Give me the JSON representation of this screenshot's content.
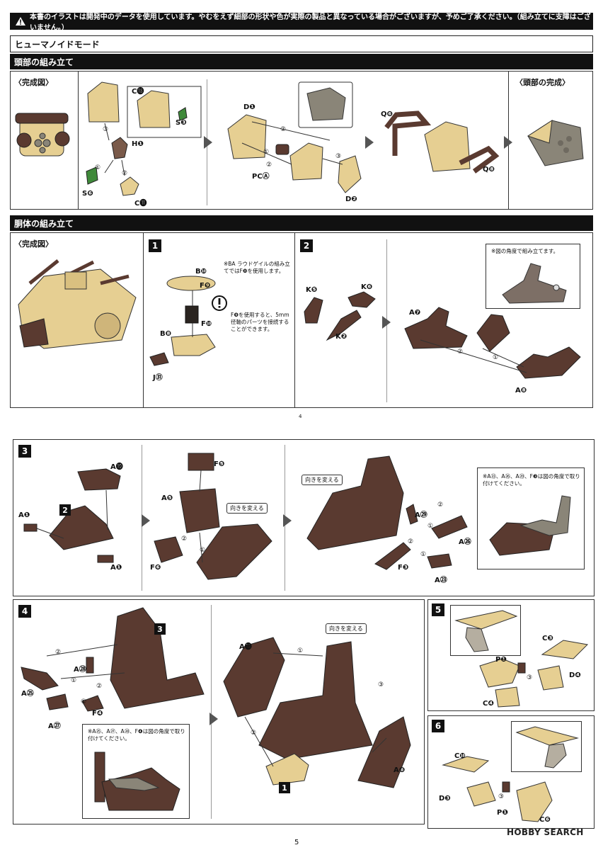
{
  "notice": "本書のイラストは開発中のデータを使用しています。やむをえず細部の形状や色が実際の製品と異なっている場合がございますが、予めご了承ください。（組み立てに支障はございません。）",
  "mode_title": "ヒューマノイドモード",
  "head_section": {
    "title": "頭部の組み立て",
    "complete_label": "〈完成図〉",
    "head_complete_label": "〈頭部の完成〉",
    "parts": [
      "C⓲",
      "S❸",
      "H❶",
      "S❻",
      "C⓫",
      "D❶",
      "PCⒶ",
      "D❷",
      "Q❻",
      "Q❽"
    ]
  },
  "body_section": {
    "title": "胴体の組み立て",
    "complete_label": "〈完成図〉",
    "step1": {
      "number": "1",
      "parts": [
        "B❿",
        "F❾",
        "F❿",
        "B❽",
        "J㉛"
      ],
      "note_a": "※BA ラウドゲイルの組み立てではF❿を使用します。",
      "note_b": "F❾を使用すると、5mm径軸のパーツを接続することができます。"
    },
    "step2": {
      "number": "2",
      "parts": [
        "K❺",
        "K❻",
        "K❷",
        "A❼",
        "A❽"
      ],
      "note": "※図の角度で組み立てます。"
    }
  },
  "page_marker": "4",
  "step3": {
    "number": "3",
    "parts": [
      "A⓳",
      "A❶",
      "A❶",
      "A❺",
      "F❺",
      "F❻",
      "A㉙",
      "A㉖",
      "F❸",
      "A㉓"
    ],
    "turn_label": "向きを変える",
    "turn_label_b": "向きを変える",
    "note": "※A㉓、A㉖、A㉙、F❸は図の角度で取り付けてください。"
  },
  "step4": {
    "number": "4",
    "parts": [
      "A㉘",
      "A㉕",
      "F❹",
      "A㉗",
      "A⓲",
      "A❻"
    ],
    "turn_label": "向きを変える",
    "note": "※A㉕、A㉗、A㉘、F❹は図の角度で取り付けてください。"
  },
  "step5": {
    "number": "5",
    "parts": [
      "C❸",
      "P❶",
      "D❹",
      "C❹"
    ]
  },
  "step6": {
    "number": "6",
    "parts": [
      "C❿",
      "D❸",
      "P❶",
      "C❻"
    ]
  },
  "circled_steps": [
    "①",
    "②",
    "③"
  ],
  "page_number": "5",
  "watermark": "HOBBY SEARCH",
  "colors": {
    "brown": "#5a3a30",
    "tan": "#e6cf92",
    "gray": "#8a8578",
    "green": "#3f8a3a",
    "black": "#111111"
  }
}
